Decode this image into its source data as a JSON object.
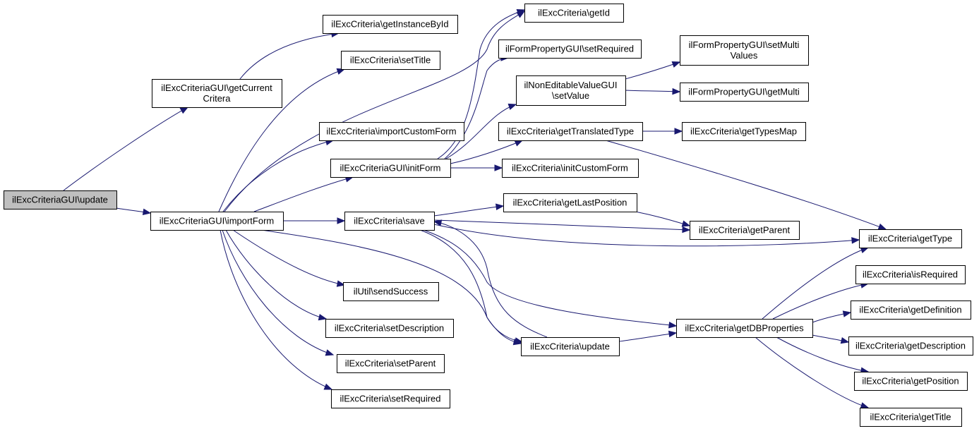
{
  "graph": {
    "nodes": [
      {
        "id": "root",
        "lines": [
          "ilExcCriteriaGUI\\update"
        ],
        "root": true
      },
      {
        "id": "getCurrentCritera",
        "lines": [
          "ilExcCriteriaGUI\\getCurrent",
          "Critera"
        ]
      },
      {
        "id": "importForm",
        "lines": [
          "ilExcCriteriaGUI\\importForm"
        ]
      },
      {
        "id": "getInstanceById",
        "lines": [
          "ilExcCriteria\\getInstanceById"
        ]
      },
      {
        "id": "setTitle",
        "lines": [
          "ilExcCriteria\\setTitle"
        ]
      },
      {
        "id": "importCustomForm",
        "lines": [
          "ilExcCriteria\\importCustomForm"
        ]
      },
      {
        "id": "initForm",
        "lines": [
          "ilExcCriteriaGUI\\initForm"
        ]
      },
      {
        "id": "save",
        "lines": [
          "ilExcCriteria\\save"
        ]
      },
      {
        "id": "sendSuccess",
        "lines": [
          "ilUtil\\sendSuccess"
        ]
      },
      {
        "id": "setDescription",
        "lines": [
          "ilExcCriteria\\setDescription"
        ]
      },
      {
        "id": "setParent",
        "lines": [
          "ilExcCriteria\\setParent"
        ]
      },
      {
        "id": "setRequired",
        "lines": [
          "ilExcCriteria\\setRequired"
        ]
      },
      {
        "id": "getId",
        "lines": [
          "ilExcCriteria\\getId"
        ]
      },
      {
        "id": "fpSetRequired",
        "lines": [
          "ilFormPropertyGUI\\setRequired"
        ]
      },
      {
        "id": "nevSetValue",
        "lines": [
          "ilNonEditableValueGUI",
          "\\setValue"
        ]
      },
      {
        "id": "getTranslatedType",
        "lines": [
          "ilExcCriteria\\getTranslatedType"
        ]
      },
      {
        "id": "initCustomForm",
        "lines": [
          "ilExcCriteria\\initCustomForm"
        ]
      },
      {
        "id": "getLastPosition",
        "lines": [
          "ilExcCriteria\\getLastPosition"
        ]
      },
      {
        "id": "update",
        "lines": [
          "ilExcCriteria\\update"
        ]
      },
      {
        "id": "fpSetMultiValues",
        "lines": [
          "ilFormPropertyGUI\\setMulti",
          "Values"
        ]
      },
      {
        "id": "fpGetMulti",
        "lines": [
          "ilFormPropertyGUI\\getMulti"
        ]
      },
      {
        "id": "getTypesMap",
        "lines": [
          "ilExcCriteria\\getTypesMap"
        ]
      },
      {
        "id": "getParent",
        "lines": [
          "ilExcCriteria\\getParent"
        ]
      },
      {
        "id": "getDBProperties",
        "lines": [
          "ilExcCriteria\\getDBProperties"
        ]
      },
      {
        "id": "getType",
        "lines": [
          "ilExcCriteria\\getType"
        ]
      },
      {
        "id": "isRequired",
        "lines": [
          "ilExcCriteria\\isRequired"
        ]
      },
      {
        "id": "getDefinition",
        "lines": [
          "ilExcCriteria\\getDefinition"
        ]
      },
      {
        "id": "getDescription",
        "lines": [
          "ilExcCriteria\\getDescription"
        ]
      },
      {
        "id": "getPosition",
        "lines": [
          "ilExcCriteria\\getPosition"
        ]
      },
      {
        "id": "getTitle",
        "lines": [
          "ilExcCriteria\\getTitle"
        ]
      }
    ],
    "edges": [
      [
        "root",
        "getCurrentCritera"
      ],
      [
        "root",
        "importForm"
      ],
      [
        "getCurrentCritera",
        "getInstanceById"
      ],
      [
        "importForm",
        "setTitle"
      ],
      [
        "importForm",
        "importCustomForm"
      ],
      [
        "importForm",
        "initForm"
      ],
      [
        "importForm",
        "save"
      ],
      [
        "importForm",
        "sendSuccess"
      ],
      [
        "importForm",
        "setDescription"
      ],
      [
        "importForm",
        "setParent"
      ],
      [
        "importForm",
        "setRequired"
      ],
      [
        "importForm",
        "getId"
      ],
      [
        "importForm",
        "update"
      ],
      [
        "initForm",
        "getId"
      ],
      [
        "initForm",
        "fpSetRequired"
      ],
      [
        "initForm",
        "nevSetValue"
      ],
      [
        "initForm",
        "getTranslatedType"
      ],
      [
        "initForm",
        "initCustomForm"
      ],
      [
        "nevSetValue",
        "fpSetMultiValues"
      ],
      [
        "nevSetValue",
        "fpGetMulti"
      ],
      [
        "getTranslatedType",
        "getTypesMap"
      ],
      [
        "getTranslatedType",
        "getType"
      ],
      [
        "save",
        "getLastPosition"
      ],
      [
        "save",
        "getParent"
      ],
      [
        "save",
        "getType"
      ],
      [
        "save",
        "getDBProperties"
      ],
      [
        "save",
        "update"
      ],
      [
        "update",
        "save"
      ],
      [
        "update",
        "getDBProperties"
      ],
      [
        "getLastPosition",
        "getParent"
      ],
      [
        "getDBProperties",
        "getType"
      ],
      [
        "getDBProperties",
        "isRequired"
      ],
      [
        "getDBProperties",
        "getDefinition"
      ],
      [
        "getDBProperties",
        "getDescription"
      ],
      [
        "getDBProperties",
        "getPosition"
      ],
      [
        "getDBProperties",
        "getTitle"
      ]
    ]
  }
}
